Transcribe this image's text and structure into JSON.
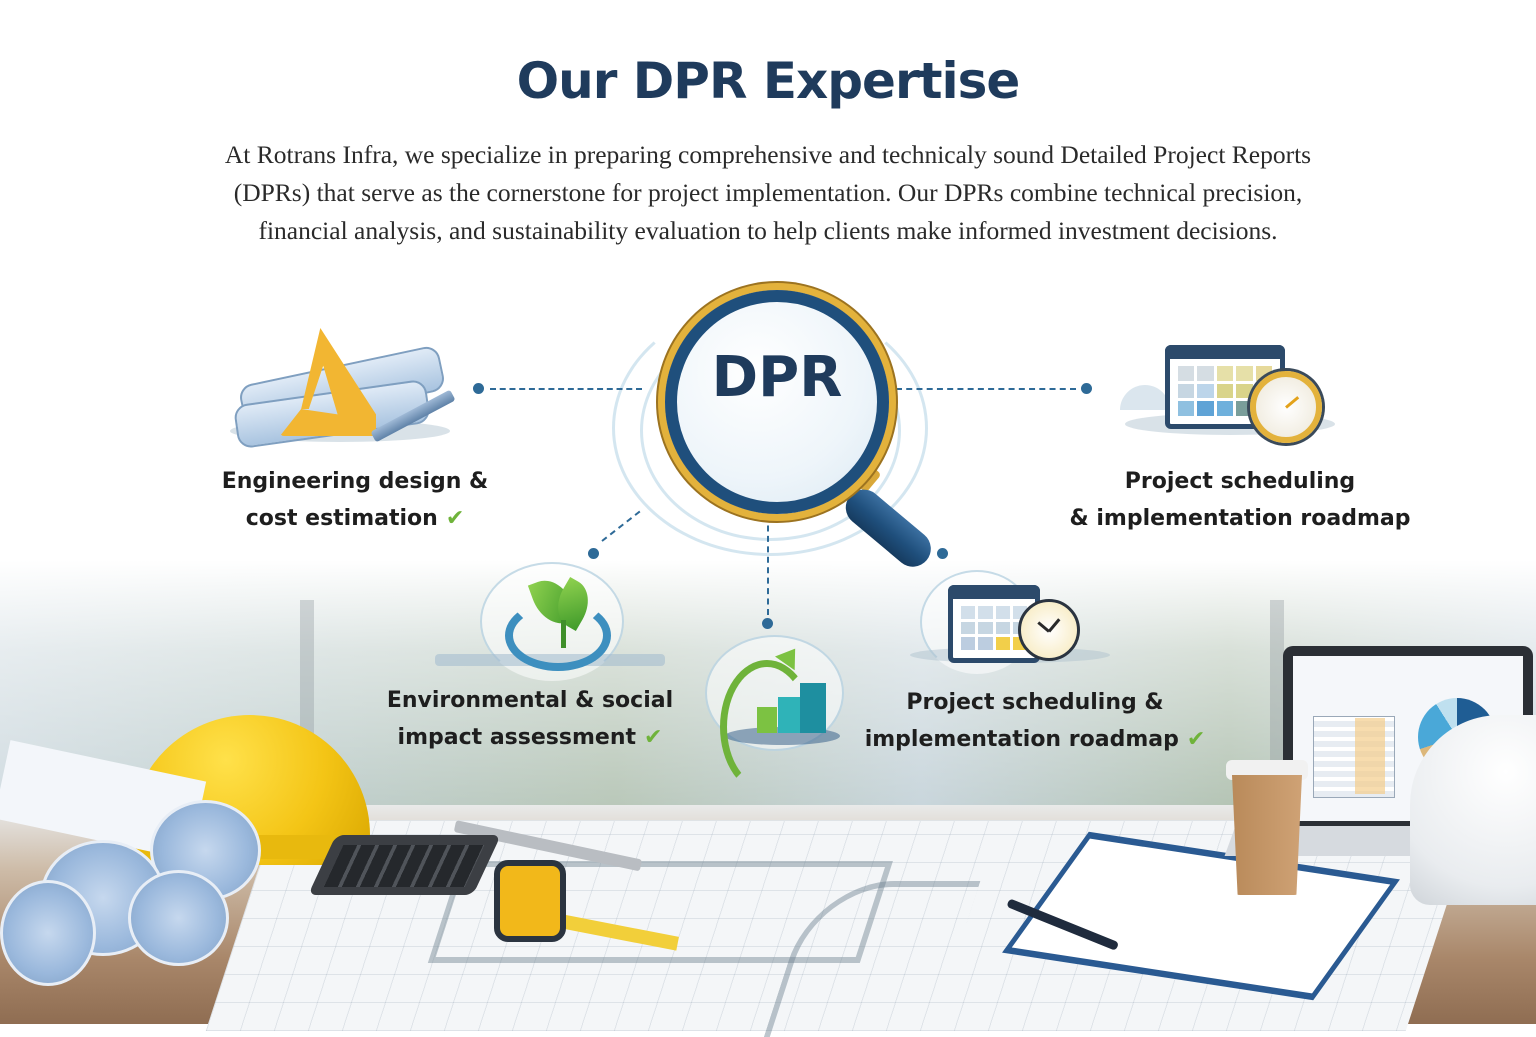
{
  "header": {
    "title": "Our DPR Expertise",
    "intro_line1": "At Rotrans Infra, we specialize in preparing comprehensive and technicaly sound Detailed Project Reports",
    "intro_line2": "(DPRs) that serve as the cornerstone for project implementation. Our DPRs combine technical precision,",
    "intro_line3": "financial analysis, and sustainability evaluation to help clients make informed investment decisions."
  },
  "center": {
    "label": "DPR",
    "icon": "magnifying-glass-icon"
  },
  "features": [
    {
      "line1": "Engineering design &",
      "line2": "cost estimation",
      "check": "✔",
      "icon": "blueprint-ruler-icon"
    },
    {
      "line1": "Project scheduling",
      "line2": "& implementation roadmap",
      "check": "",
      "icon": "calendar-clock-icon"
    },
    {
      "line1": "Environmental & social",
      "line2": "impact assessment",
      "check": "✔",
      "icon": "leaf-wave-icon"
    },
    {
      "line1": "",
      "line2": "",
      "check": "",
      "icon": "growth-chart-icon"
    },
    {
      "line1": "Project scheduling &",
      "line2": "implementation roadmap",
      "check": "✔",
      "icon": "calendar-clock-icon"
    }
  ],
  "colors": {
    "title": "#1f3b5c",
    "connector": "#2e6a97",
    "check": "#6fb33a",
    "accent_gold": "#e3b23c"
  }
}
